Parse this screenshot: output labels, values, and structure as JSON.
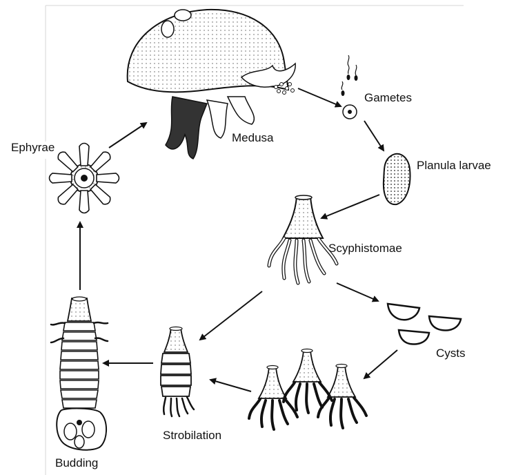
{
  "labels": {
    "medusa": "Medusa",
    "gametes": "Gametes",
    "planula": "Planula larvae",
    "scyphistomae": "Scyphistomae",
    "cysts": "Cysts",
    "strobilation": "Strobilation",
    "budding": "Budding",
    "ephyrae": "Ephyrae"
  }
}
